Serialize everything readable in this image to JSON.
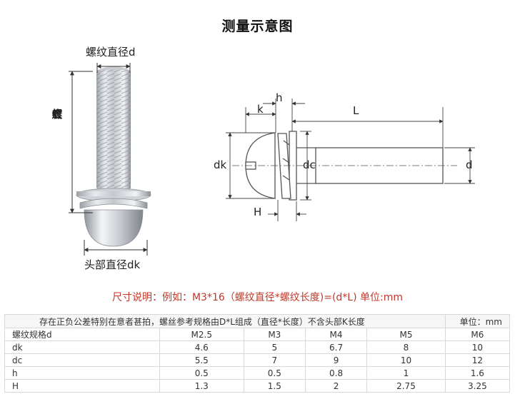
{
  "title": "测量示意图",
  "photo_labels": {
    "thread_diameter": "螺纹直径d",
    "thread_length_chars": [
      "螺",
      "纹",
      "长",
      "度",
      "L"
    ],
    "head_diameter": "头部直径dk"
  },
  "drawing_labels": {
    "k": "k",
    "h": "h",
    "L": "L",
    "dk": "dk",
    "dc": "dc",
    "d": "d",
    "H": "H"
  },
  "note": "尺寸说明：例如：M3*16（螺纹直径*螺纹长度)=(d*L)    单位:mm",
  "table": {
    "header_note": "存在正负公差特别在意者甚拍，螺丝参考规格由D*L组成（直径*长度）不含头部K长度",
    "unit_label": "单位：mm",
    "columns": [
      "螺纹规格d",
      "M2.5",
      "M3",
      "M4",
      "M5",
      "M6"
    ],
    "rows": [
      {
        "name": "dk",
        "values": [
          "4.6",
          "5",
          "6.7",
          "8",
          "10"
        ]
      },
      {
        "name": "dc",
        "values": [
          "5.5",
          "7",
          "9",
          "10",
          "12"
        ]
      },
      {
        "name": "h",
        "values": [
          "0.5",
          "0.5",
          "0.8",
          "1",
          "1.6"
        ]
      },
      {
        "name": "H",
        "values": [
          "1.3",
          "1.5",
          "2",
          "2.75",
          "3.25"
        ]
      }
    ]
  },
  "colors": {
    "note_red": "#c0392b",
    "line_gray": "#555555",
    "table_border": "#d8d8d8"
  }
}
